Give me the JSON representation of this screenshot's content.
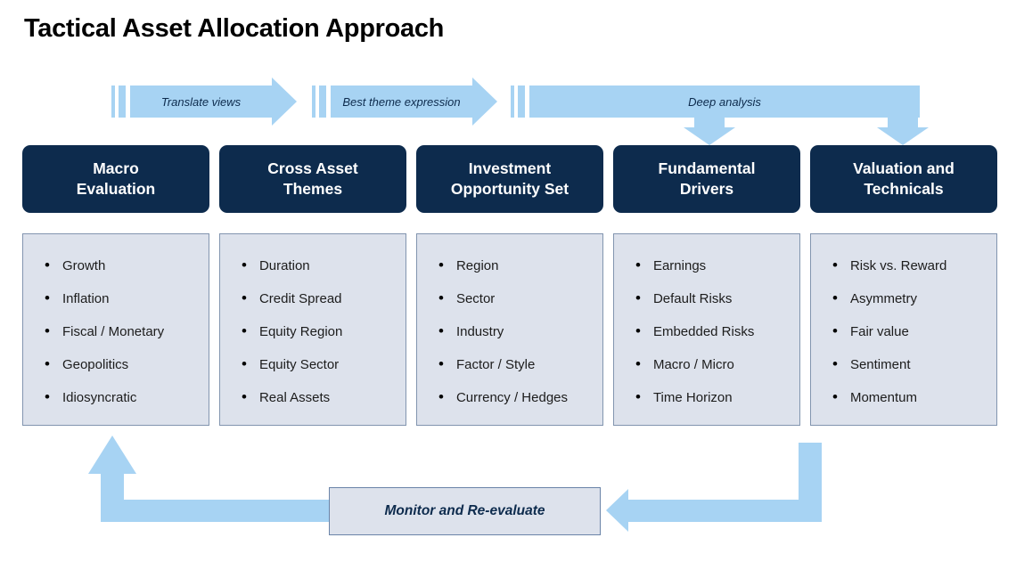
{
  "title": "Tactical Asset Allocation Approach",
  "process_arrows": [
    {
      "label": "Translate views"
    },
    {
      "label": "Best theme expression"
    },
    {
      "label": "Deep analysis"
    }
  ],
  "columns": [
    {
      "header": "Macro\nEvaluation",
      "items": [
        "Growth",
        "Inflation",
        "Fiscal / Monetary",
        "Geopolitics",
        "Idiosyncratic"
      ]
    },
    {
      "header": "Cross Asset\nThemes",
      "items": [
        "Duration",
        "Credit Spread",
        "Equity Region",
        "Equity Sector",
        "Real Assets"
      ]
    },
    {
      "header": "Investment\nOpportunity Set",
      "items": [
        "Region",
        "Sector",
        "Industry",
        "Factor / Style",
        "Currency / Hedges"
      ]
    },
    {
      "header": "Fundamental\nDrivers",
      "items": [
        "Earnings",
        "Default Risks",
        "Embedded Risks",
        "Macro / Micro",
        "Time Horizon"
      ]
    },
    {
      "header": "Valuation and\nTechnicals",
      "items": [
        "Risk vs. Reward",
        "Asymmetry",
        "Fair value",
        "Sentiment",
        "Momentum"
      ]
    }
  ],
  "feedback": {
    "label": "Monitor and Re-evaluate"
  },
  "colors": {
    "header_navy": "#0d2b4d",
    "arrow_blue": "#a7d3f3",
    "panel_fill": "#dde2ec",
    "panel_border": "#8295af"
  }
}
